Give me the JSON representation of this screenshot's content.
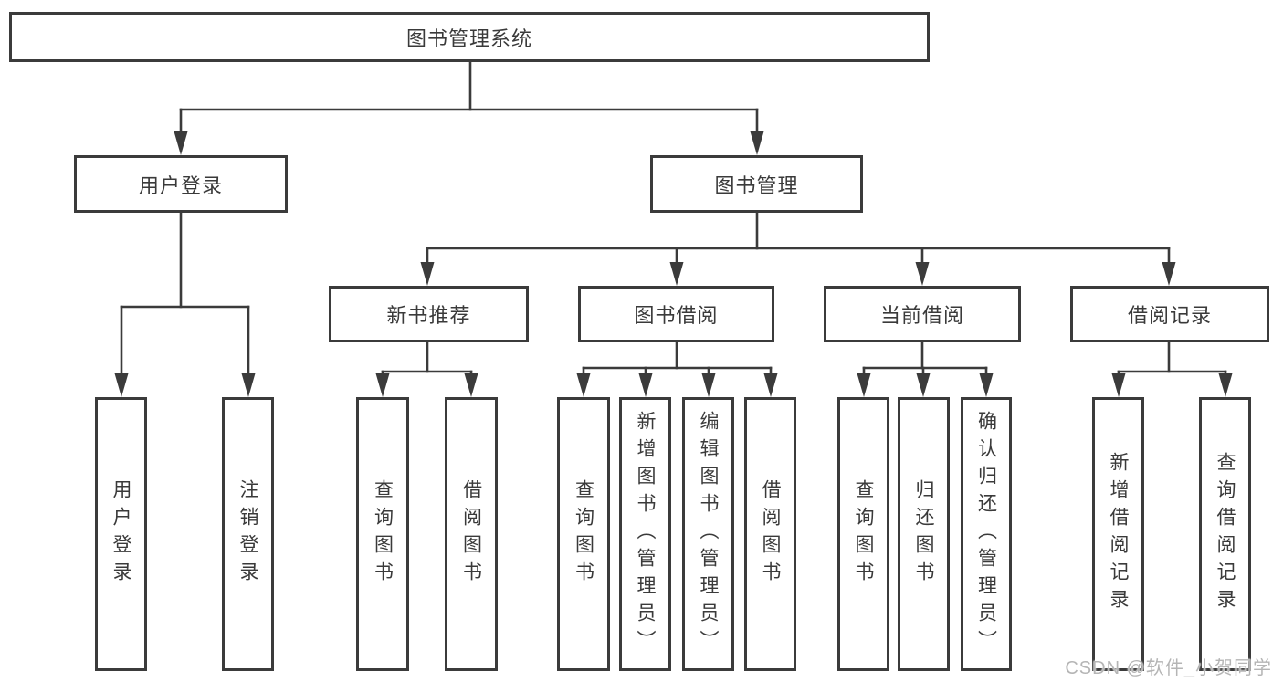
{
  "colors": {
    "line": "#3b3b3b",
    "text": "#3a3a3a",
    "watermark": "#b5b5b5",
    "background": "#ffffff"
  },
  "tree": {
    "root": {
      "label": "图书管理系统"
    },
    "branches": [
      {
        "label": "用户登录",
        "leaves": [
          {
            "label": "用户登录"
          },
          {
            "label": "注销登录"
          }
        ]
      },
      {
        "label": "图书管理",
        "groups": [
          {
            "label": "新书推荐",
            "leaves": [
              {
                "label": "查询图书"
              },
              {
                "label": "借阅图书"
              }
            ]
          },
          {
            "label": "图书借阅",
            "leaves": [
              {
                "label": "查询图书"
              },
              {
                "label": "新增图书（管理员）"
              },
              {
                "label": "编辑图书（管理员）"
              },
              {
                "label": "借阅图书"
              }
            ]
          },
          {
            "label": "当前借阅",
            "leaves": [
              {
                "label": "查询图书"
              },
              {
                "label": "归还图书"
              },
              {
                "label": "确认归还（管理员）"
              }
            ]
          },
          {
            "label": "借阅记录",
            "leaves": [
              {
                "label": "新增借阅记录"
              },
              {
                "label": "查询借阅记录"
              }
            ]
          }
        ]
      }
    ]
  },
  "watermark": {
    "text": "CSDN @软件_小贺同学"
  }
}
